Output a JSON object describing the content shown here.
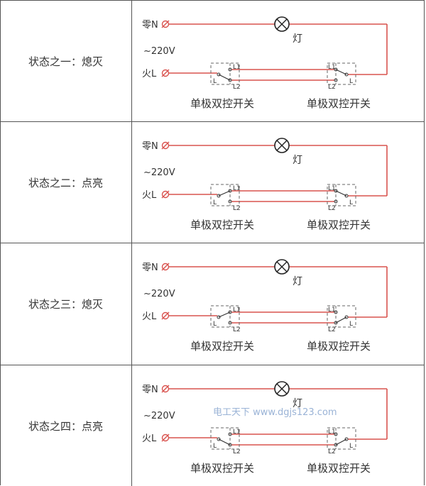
{
  "colors": {
    "wire": "#d9534f",
    "line": "#333333",
    "dash": "#666666"
  },
  "labels": {
    "neutral": "零N",
    "live": "火L",
    "voltage": "~220V",
    "lamp": "灯",
    "switch": "单极双控开关",
    "L": "L",
    "L1": "L1",
    "L2": "L2"
  },
  "rows": [
    {
      "title": "状态之一：熄灭",
      "left_switch": "L2",
      "right_switch": "L1",
      "lamp_on": false
    },
    {
      "title": "状态之二：点亮",
      "left_switch": "L1",
      "right_switch": "L1",
      "lamp_on": true
    },
    {
      "title": "状态之三：熄灭",
      "left_switch": "L1",
      "right_switch": "L2",
      "lamp_on": false
    },
    {
      "title": "状态之四：点亮",
      "left_switch": "L2",
      "right_switch": "L2",
      "lamp_on": true
    }
  ],
  "watermark": {
    "text": "电工天下 www.dgjs123.com"
  }
}
